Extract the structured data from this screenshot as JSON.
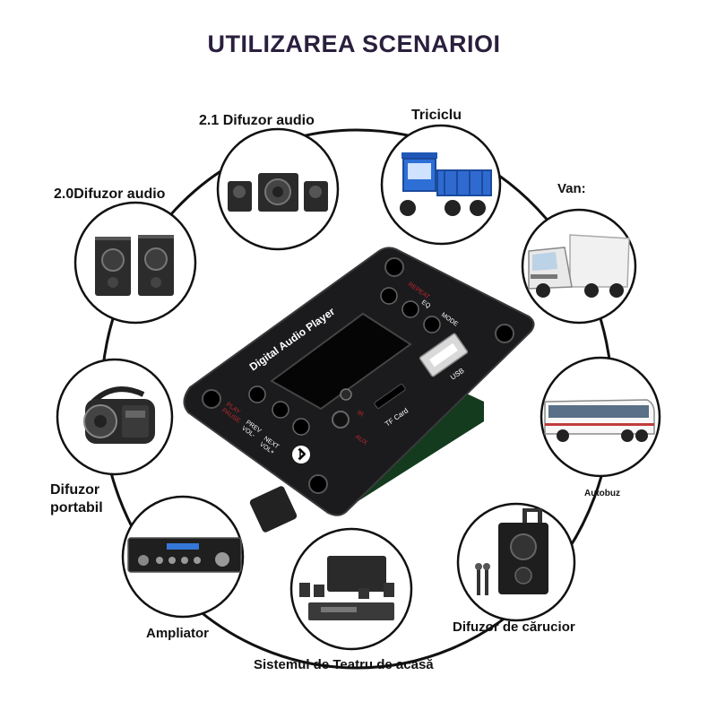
{
  "title": "UTILIZAREA SCENARIOI",
  "scenarios": [
    {
      "label": "2.1 Difuzor audio"
    },
    {
      "label": "Triciclu"
    },
    {
      "label": "2.0Difuzor audio"
    },
    {
      "label": "Van:"
    },
    {
      "label": "Difuzor\nportabil"
    },
    {
      "label": "Autobuz"
    },
    {
      "label": "Ampliator"
    },
    {
      "label": "Difuzor de cărucior"
    },
    {
      "label": "Sistemul de Teatru de acasă"
    }
  ],
  "board": {
    "name": "Digital  Audio Player",
    "buttons": {
      "repeat": "REPEAT",
      "eq": "EQ",
      "mode": "MODE",
      "play": "PLAY\nPAUSE",
      "prev": "PREV\nVOL-",
      "next": "NEXT\nVOL+"
    },
    "ports": {
      "usb": "USB",
      "tf": "TF Card",
      "ir": "IR",
      "aux": "AUX"
    }
  },
  "colors": {
    "title": "#2a1f3d",
    "board": "#1b1b1d",
    "accent_red": "#c0272d",
    "outline": "#111111"
  }
}
